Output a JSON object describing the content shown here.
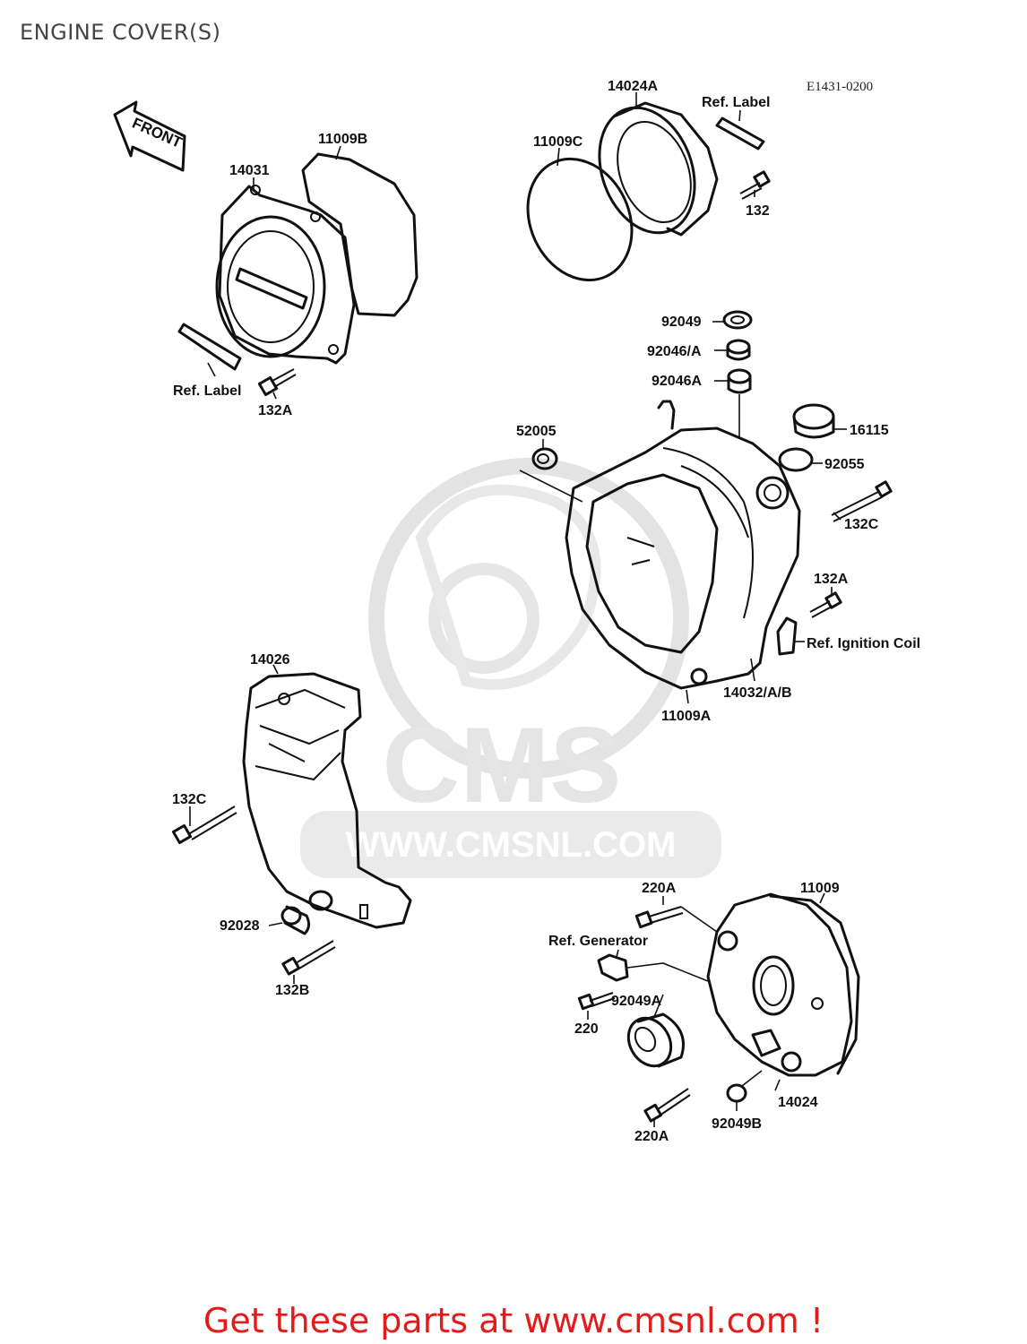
{
  "title": "ENGINE COVER(S)",
  "diagram_code": "E1431-0200",
  "front_arrow": "FRONT",
  "watermark": {
    "brand": "CMS",
    "url": "WWW.CMSNL.COM",
    "color": "#e0e0e0"
  },
  "labels": {
    "l14031": "14031",
    "l11009B": "11009B",
    "l14024A": "14024A",
    "l11009C": "11009C",
    "lRefLabelTop": "Ref. Label",
    "l132": "132",
    "lRefLabelLeft": "Ref. Label",
    "l132A_top": "132A",
    "l92049": "92049",
    "l92046_A": "92046/A",
    "l92046A": "92046A",
    "l52005": "52005",
    "l16115": "16115",
    "l92055": "92055",
    "l132C_right": "132C",
    "l132A_right": "132A",
    "lRefIgnitionCoil": "Ref. Ignition Coil",
    "l14032": "14032/A/B",
    "l11009A": "11009A",
    "l14026": "14026",
    "l132C_left": "132C",
    "l92028": "92028",
    "l132B": "132B",
    "l220A_top": "220A",
    "l11009": "11009",
    "lRefGenerator": "Ref. Generator",
    "l92049A": "92049A",
    "l220": "220",
    "l14024": "14024",
    "l220A_bottom": "220A",
    "l92049B": "92049B"
  },
  "cta": "Get these parts at www.cmsnl.com !",
  "colors": {
    "ink": "#111111",
    "cta": "#e31b1b"
  }
}
